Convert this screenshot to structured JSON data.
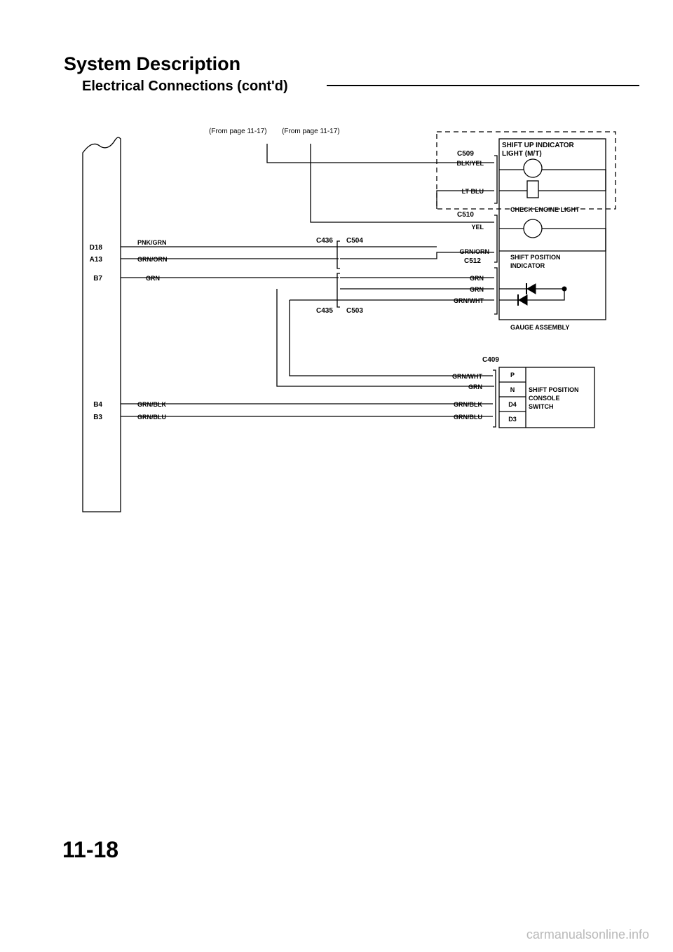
{
  "header": {
    "title": "System Description",
    "subtitle": "Electrical Connections (cont'd)"
  },
  "footer": {
    "page_number": "11-18",
    "watermark": "carmanualsonline.info"
  },
  "diagram": {
    "from_refs": [
      "(From page 11-17)",
      "(From page 11-17)"
    ],
    "pins": {
      "d18": "D18",
      "a13": "A13",
      "b7": "B7",
      "b4": "B4",
      "b3": "B3"
    },
    "wires": {
      "pnk_grn": "PNK/GRN",
      "grn_orn_left": "GRN/ORN",
      "grn_left": "GRN",
      "blk_yel": "BLK/YEL",
      "lt_blu": "LT BLU",
      "yel": "YEL",
      "grn_orn_right": "GRN/ORN",
      "grn_gauge_1": "GRN",
      "grn_gauge_2": "GRN",
      "grn_wht_gauge": "GRN/WHT",
      "grn_wht_switch": "GRN/WHT",
      "grn_switch": "GRN",
      "grn_blk_switch": "GRN/BLK",
      "grn_blu_switch": "GRN/BLU",
      "grn_blk_left": "GRN/BLK",
      "grn_blu_left": "GRN/BLU"
    },
    "connectors": {
      "c509": "C509",
      "c510": "C510",
      "c436": "C436",
      "c504": "C504",
      "c512": "C512",
      "c435": "C435",
      "c503": "C503",
      "c409": "C409"
    },
    "components": {
      "shift_up_line1": "SHIFT UP INDICATOR",
      "shift_up_line2": "LIGHT (M/T)",
      "check_engine": "CHECK ENGINE LIGHT",
      "shift_pos_ind_line1": "SHIFT POSITION",
      "shift_pos_ind_line2": "INDICATOR",
      "gauge_assembly": "GAUGE ASSEMBLY",
      "switch_line1": "SHIFT POSITION",
      "switch_line2": "CONSOLE",
      "switch_line3": "SWITCH"
    },
    "switch_positions": [
      "P",
      "N",
      "D4",
      "D3"
    ]
  }
}
